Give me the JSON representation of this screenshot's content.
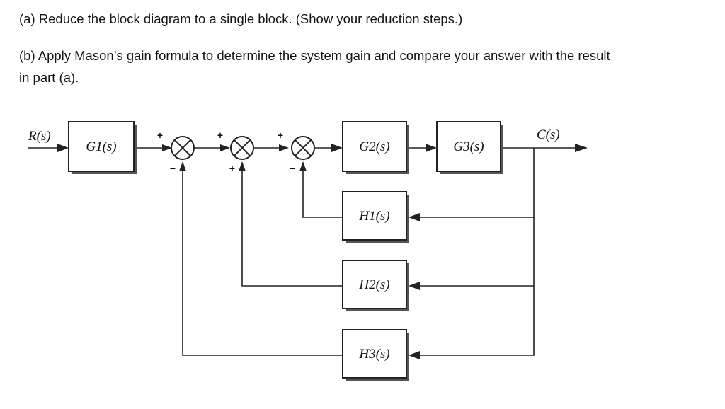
{
  "questions": {
    "part_a": "(a) Reduce the block diagram to a single block. (Show your reduction steps.)",
    "part_b_line1": "(b) Apply Mason’s gain formula to determine the system gain and compare your answer with the result",
    "part_b_line2": "in part (a)."
  },
  "diagram": {
    "input_label": "R(s)",
    "output_label": "C(s)",
    "blocks": {
      "g1": "G1(s)",
      "g2": "G2(s)",
      "g3": "G3(s)",
      "h1": "H1(s)",
      "h2": "H2(s)",
      "h3": "H3(s)"
    },
    "summing_junctions": [
      {
        "top_sign": "+",
        "bottom_sign": "−"
      },
      {
        "top_sign": "+",
        "bottom_sign": "+"
      },
      {
        "top_sign": "+",
        "bottom_sign": "−"
      }
    ]
  }
}
